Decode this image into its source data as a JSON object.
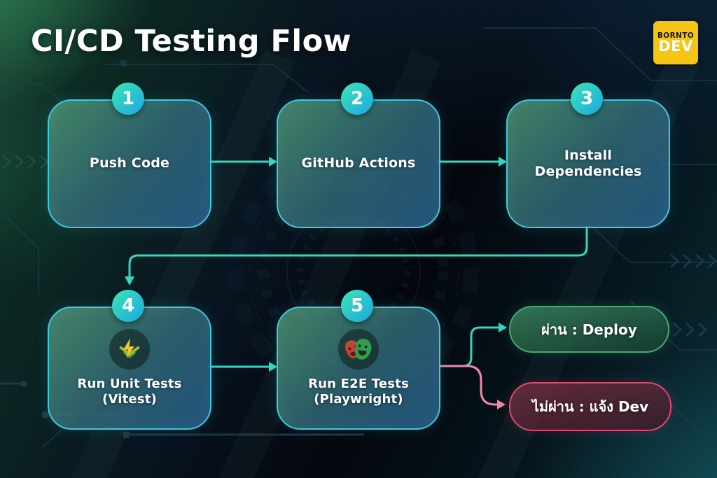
{
  "page": {
    "title": "CI/CD Testing Flow"
  },
  "logo": {
    "line1": "BORNTO",
    "line2": "DEV"
  },
  "steps": [
    {
      "number": "1",
      "label": "Push Code"
    },
    {
      "number": "2",
      "label": "GitHub Actions"
    },
    {
      "number": "3",
      "label": "Install\nDependencies"
    },
    {
      "number": "4",
      "label": "Run Unit Tests\n(Vitest)",
      "icon": "vitest-logo"
    },
    {
      "number": "5",
      "label": "Run E2E Tests\n(Playwright)",
      "icon": "playwright-logo"
    }
  ],
  "outcomes": {
    "pass": {
      "label": "ผ่าน : Deploy"
    },
    "fail": {
      "label": "ไม่ผ่าน : แจ้ง Dev"
    }
  },
  "colors": {
    "arrow_teal": "#2fd9c4",
    "arrow_pink": "#ef8aa8",
    "box_border": "#3accdf",
    "badge_start": "#3ce6b4",
    "badge_end": "#1ba6e4",
    "pass_border": "#46a873",
    "fail_border": "#d84b6e",
    "logo_bg": "#f6c514"
  }
}
